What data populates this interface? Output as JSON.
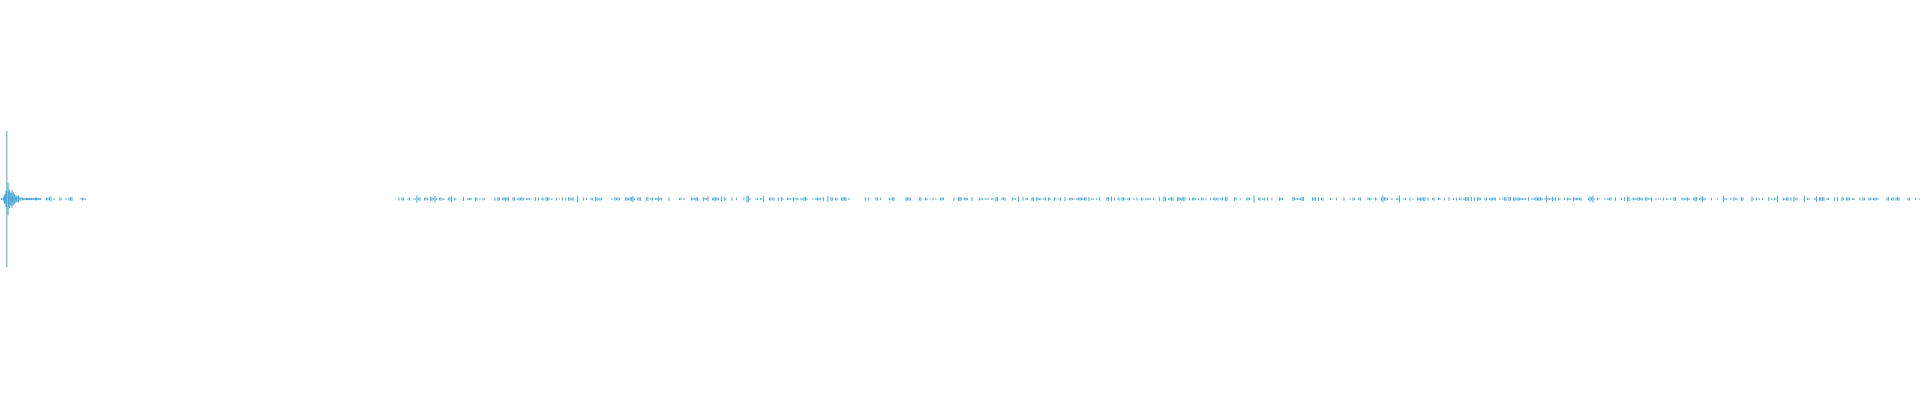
{
  "waveform": {
    "color": "#4aa8d8",
    "segments": [
      {
        "start": 0.0,
        "end": 0.045
      },
      {
        "start": 0.207,
        "end": 1.0
      }
    ],
    "transient": {
      "position": 0.0025,
      "peak": 0.34
    },
    "noise_floor": 0.012
  }
}
